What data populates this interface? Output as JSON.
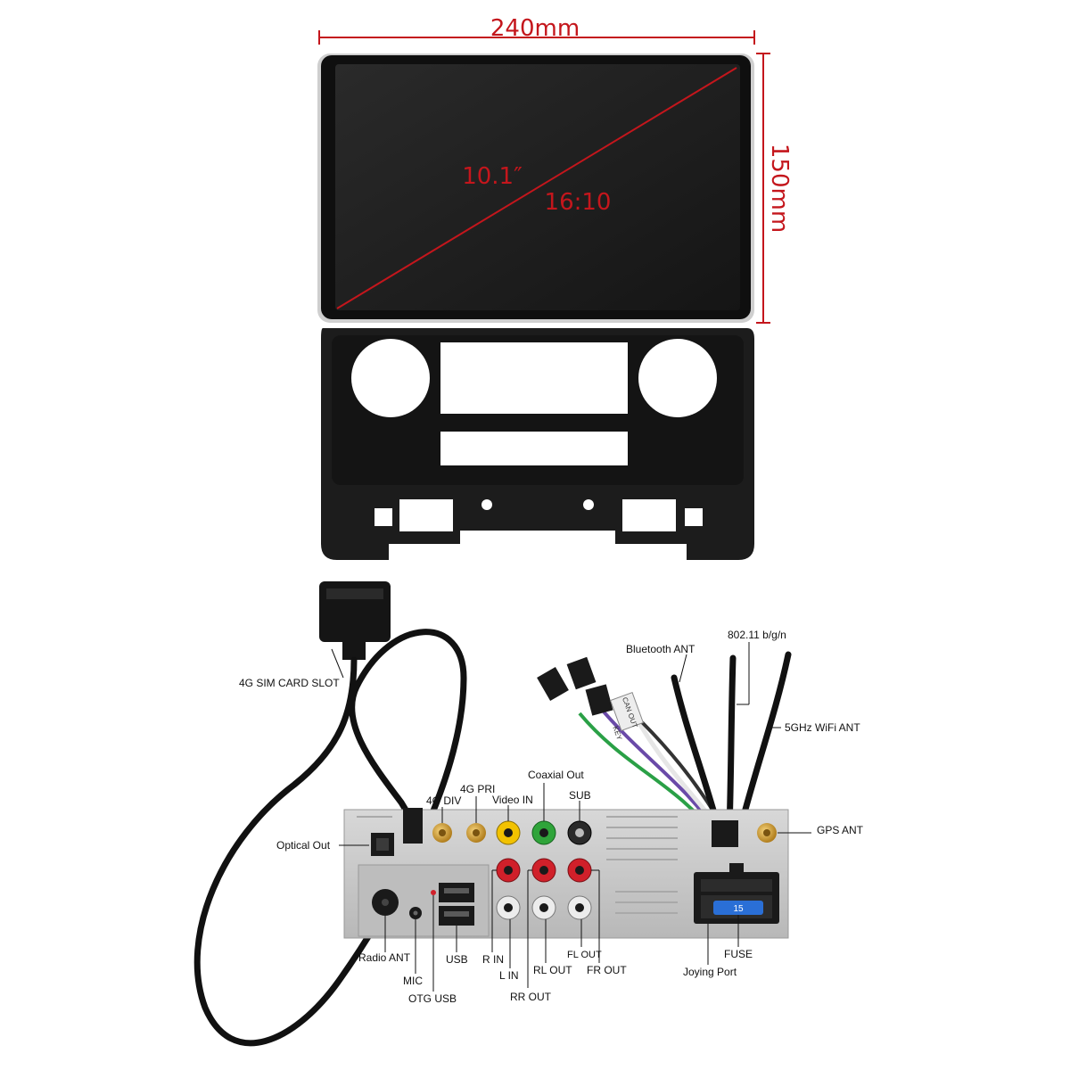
{
  "dimensions": {
    "width_label": "240mm",
    "height_label": "150mm"
  },
  "screen": {
    "size_label": "10.1″",
    "ratio_label": "16:10"
  },
  "connectors": {
    "sim_slot": "4G SIM CARD SLOT",
    "optical_out": "Optical Out",
    "g4_div": "4G DIV",
    "g4_pri": "4G PRI",
    "video_in": "Video IN",
    "coaxial_out": "Coaxial Out",
    "sub": "SUB",
    "bluetooth_ant": "Bluetooth ANT",
    "wifi_80211": "802.11 b/g/n",
    "wifi_5ghz": "5GHz WiFi ANT",
    "gps_ant": "GPS ANT",
    "radio_ant": "Radio ANT",
    "mic": "MIC",
    "otg_usb": "OTG USB",
    "usb": "USB",
    "r_in": "R IN",
    "l_in": "L IN",
    "rr_out": "RR OUT",
    "rl_out": "RL OUT",
    "fl_out": "FL OUT",
    "fr_out": "FR OUT",
    "joying_port": "Joying Port",
    "fuse": "FUSE",
    "fuse_rating": "15",
    "can_tag": "CAN OUT",
    "can_tag2": "KEY"
  },
  "colors": {
    "dimension_red": "#c4161c",
    "bezel_black": "#1c1c1c",
    "chassis_gray": "#c9c9c9",
    "gold_sma": "#d4a23a",
    "rca_yellow": "#f2c200",
    "rca_green": "#2fa43a",
    "rca_red": "#d0202a",
    "rca_white": "#ececec",
    "fuse_blue": "#2a6fd6"
  }
}
